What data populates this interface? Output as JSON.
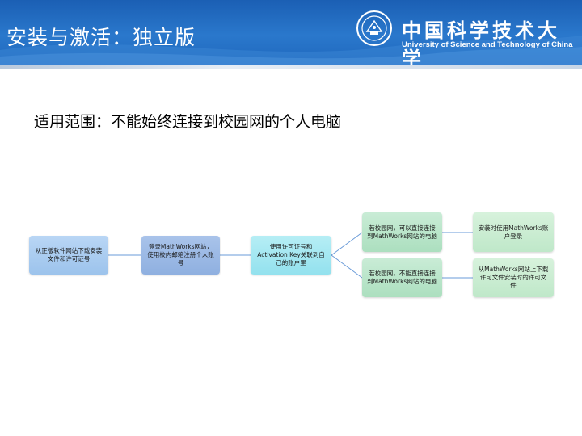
{
  "header": {
    "title": "安装与激活：独立版",
    "university_cn": "中国科学技术大学",
    "university_en": "University of Science and Technology of China"
  },
  "content": {
    "scope": "适用范围：不能始终连接到校园网的个人电脑"
  },
  "flow": {
    "step1": "从正版软件网站下载安装文件和许可证号",
    "step2": "登录MathWorks网站，使用校内邮箱注册个人账号",
    "step3": "使用许可证号和Activation Key关联到自己的账户里",
    "branch_top": "若校园网，可以直接连接到MathWorks网站的电脑",
    "branch_bottom": "若校园网，不能直接连接到MathWorks网站的电脑",
    "result_top": "安装时使用MathWorks账户登录",
    "result_bottom": "从MathWorks网站上下载许可文件安装时的许可文件"
  },
  "colors": {
    "header_blue": "#1f67bd",
    "connector": "#6a9bd8"
  }
}
